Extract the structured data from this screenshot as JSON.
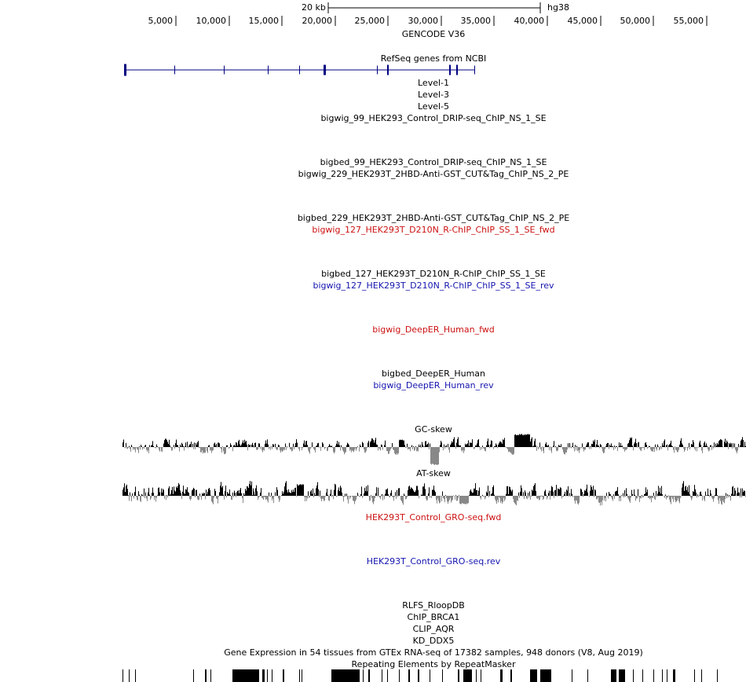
{
  "browser": {
    "scale_bar": {
      "label": "20 kb",
      "assembly": "hg38"
    },
    "ruler_ticks": [
      "5,000",
      "10,000",
      "15,000",
      "20,000",
      "25,000",
      "30,000",
      "35,000",
      "40,000",
      "45,000",
      "50,000",
      "55,000"
    ],
    "colors": {
      "fwd": "#cc1111",
      "rev": "#1515b0",
      "gene": "#000080",
      "signal_pos": "#000000",
      "signal_neg": "#888888"
    }
  },
  "tracks": {
    "gencode": "GENCODE V36",
    "refseq": "RefSeq genes from NCBI",
    "level1": "Level-1",
    "level3": "Level-3",
    "level5": "Level-5",
    "bigwig_99": "bigwig_99_HEK293_Control_DRIP-seq_ChIP_NS_1_SE",
    "bigbed_99": "bigbed_99_HEK293_Control_DRIP-seq_ChIP_NS_1_SE",
    "bigwig_229": "bigwig_229_HEK293T_2HBD-Anti-GST_CUT&Tag_ChIP_NS_2_PE",
    "bigbed_229": "bigbed_229_HEK293T_2HBD-Anti-GST_CUT&Tag_ChIP_NS_2_PE",
    "bigwig_127_fwd": "bigwig_127_HEK293T_D210N_R-ChIP_ChIP_SS_1_SE_fwd",
    "bigbed_127": "bigbed_127_HEK293T_D210N_R-ChIP_ChIP_SS_1_SE",
    "bigwig_127_rev": "bigwig_127_HEK293T_D210N_R-ChIP_ChIP_SS_1_SE_rev",
    "deeper_fwd": "bigwig_DeepER_Human_fwd",
    "deeper_bed": "bigbed_DeepER_Human",
    "deeper_rev": "bigwig_DeepER_Human_rev",
    "gc_skew": "GC-skew",
    "at_skew": "AT-skew",
    "gro_fwd": "HEK293T_Control_GRO-seq.fwd",
    "gro_rev": "HEK293T_Control_GRO-seq.rev",
    "rlfs": "RLFS_RloopDB",
    "chip_brca1": "ChIP_BRCA1",
    "clip_aqr": "CLIP_AQR",
    "kd_ddx5": "KD_DDX5",
    "gtex": "Gene Expression in 54 tissues from GTEx RNA-seq of 17382 samples, 948 donors (V8, Aug 2019)",
    "rmsk": "Repeating Elements by RepeatMasker"
  }
}
